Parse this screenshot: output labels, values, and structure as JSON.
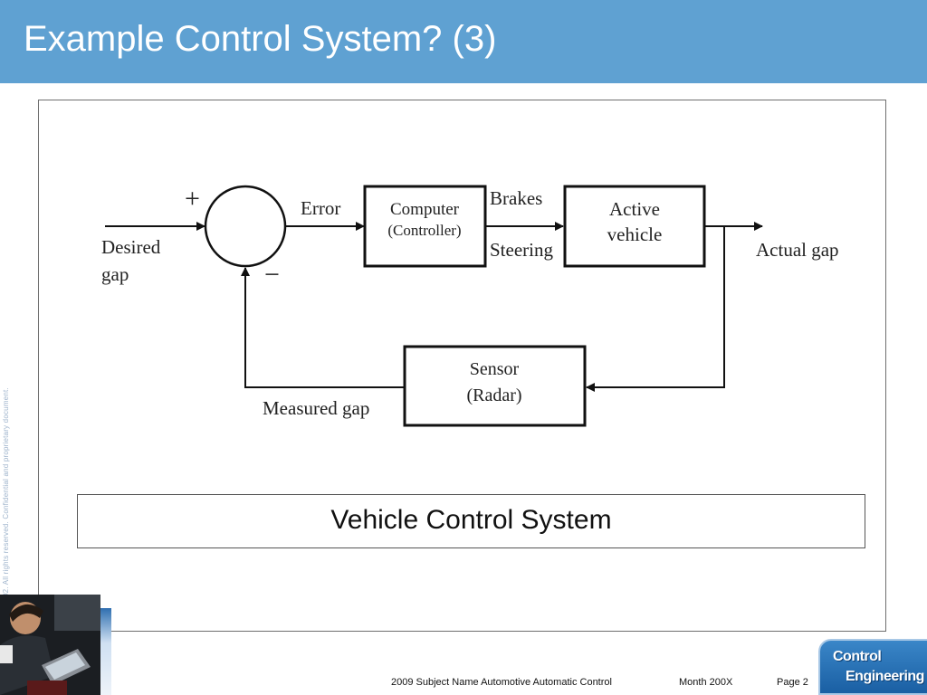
{
  "slide": {
    "title": "Example Control System? (3)",
    "caption": "Vehicle Control System",
    "side_copyright": "02. All rights reserved. Confidential and proprietary document."
  },
  "diagram": {
    "signs": {
      "plus": "+",
      "minus": "−"
    },
    "input_label": [
      "Desired",
      "gap"
    ],
    "error_label": "Error",
    "controller": [
      "Computer",
      "(Controller)"
    ],
    "brakes_label": "Brakes",
    "steering_label": "Steering",
    "plant": [
      "Active",
      "vehicle"
    ],
    "output_label": "Actual gap",
    "sensor": [
      "Sensor",
      "(Radar)"
    ],
    "feedback_label": "Measured gap"
  },
  "footer": {
    "course": "2009 Subject Name  Automotive Automatic Control",
    "date": "Month 200X",
    "page": "Page 2"
  },
  "logo": {
    "line1": "Control",
    "line2": "Engineering"
  },
  "colors": {
    "title_bar": "#5fa1d2",
    "logo_blue": "#1a5fa3"
  }
}
